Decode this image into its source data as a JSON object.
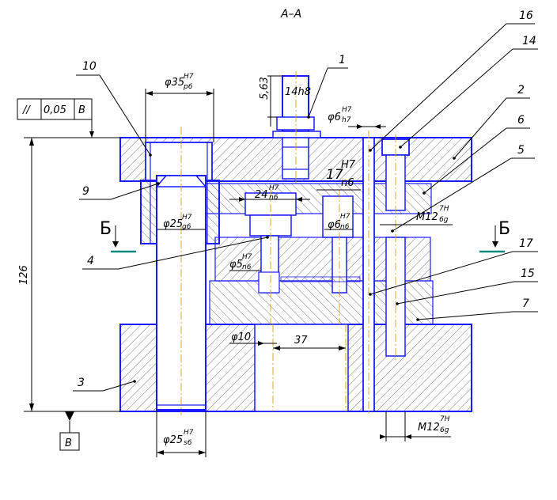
{
  "section_title": "A–A",
  "part_labels": [
    "1",
    "2",
    "3",
    "4",
    "5",
    "6",
    "7",
    "9",
    "10",
    "14",
    "15",
    "16",
    "17"
  ],
  "tolerance_frame": {
    "symbol": "//",
    "value": "0,05",
    "datum": "B"
  },
  "datum_label": "B",
  "section_mark": "Б",
  "dimensions": {
    "overall_height": "126",
    "d35": {
      "main": "φ35",
      "top": "H7",
      "bottom": "p6"
    },
    "d25_top": {
      "main": "φ25",
      "top": "H7",
      "bottom": "g6"
    },
    "d25_bottom": {
      "main": "φ25",
      "top": "H7",
      "bottom": "s6"
    },
    "d6_top": {
      "main": "φ6",
      "top": "H7",
      "bottom": "h7"
    },
    "d6_mid": {
      "main": "φ6",
      "top": "H7",
      "bottom": "n6"
    },
    "d5": {
      "main": "φ5",
      "top": "H7",
      "bottom": "n6"
    },
    "d24": {
      "main": "24",
      "top": "H7",
      "bottom": "n6"
    },
    "d17": {
      "main": "17",
      "top": "H7",
      "bottom": "n6"
    },
    "m12_top": {
      "main": "M12",
      "top": "7H",
      "bottom": "6g"
    },
    "m12_bottom": {
      "main": "M12",
      "top": "7H",
      "bottom": "6g"
    },
    "d10": "φ10",
    "len37": "37",
    "key_width": "14h8",
    "depth": "5,63"
  }
}
